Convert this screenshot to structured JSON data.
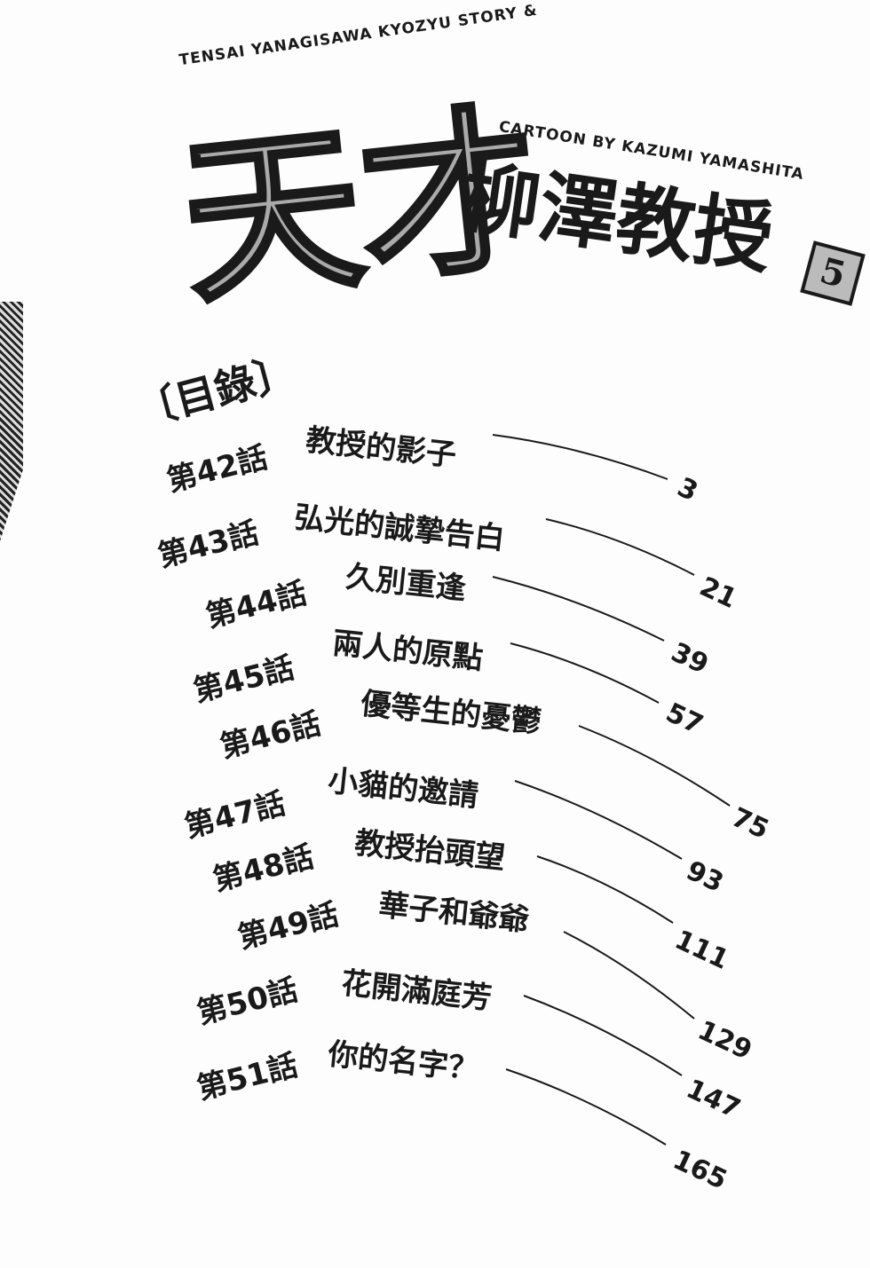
{
  "header": {
    "arc_text_top": "TENSAI YANAGISAWA KYOZYU STORY &",
    "arc_text_bottom": "CARTOON BY KAZUMI YAMASHITA",
    "title_large": "天才",
    "title_rest": "柳澤教授",
    "volume": "5"
  },
  "contents": {
    "heading": "〔目錄〕",
    "chapters": [
      {
        "label": "第42話",
        "title": "教授的影子",
        "page": "3"
      },
      {
        "label": "第43話",
        "title": "弘光的誠摯告白",
        "page": "21"
      },
      {
        "label": "第44話",
        "title": "久別重逢",
        "page": "39"
      },
      {
        "label": "第45話",
        "title": "兩人的原點",
        "page": "57"
      },
      {
        "label": "第46話",
        "title": "優等生的憂鬱",
        "page": "75"
      },
      {
        "label": "第47話",
        "title": "小貓的邀請",
        "page": "93"
      },
      {
        "label": "第48話",
        "title": "教授抬頭望",
        "page": "111"
      },
      {
        "label": "第49話",
        "title": "華子和爺爺",
        "page": "129"
      },
      {
        "label": "第50話",
        "title": "花開滿庭芳",
        "page": "147"
      },
      {
        "label": "第51話",
        "title": "你的名字？",
        "page": "165"
      }
    ]
  }
}
